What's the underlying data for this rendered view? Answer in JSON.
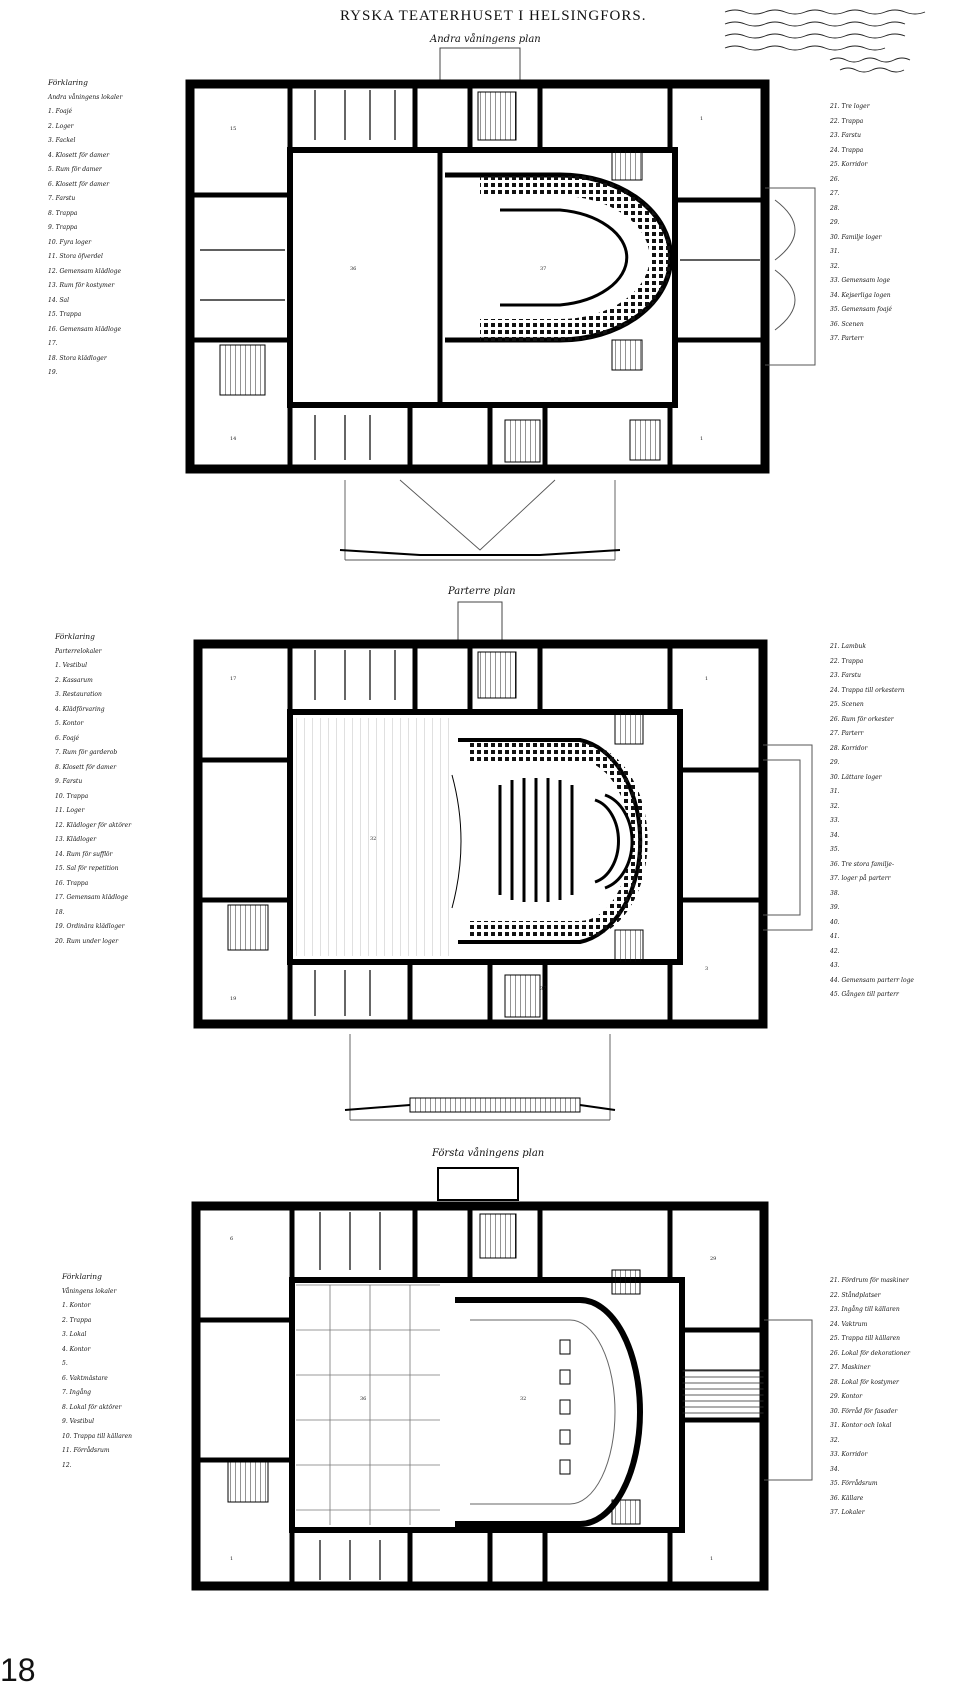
{
  "sheet": {
    "title": "RYSKA TEATERHUSET I HELSINGFORS.",
    "plans": [
      {
        "subtitle": "Andra våningens plan",
        "legend_left": [
          "Förklaring",
          "Andra våningens lokaler",
          "1. Foajé",
          "2. Loger",
          "3. Fackel",
          "4. Klosett för damer",
          "5. Rum för damer",
          "6. Klosett för damer",
          "7. Farstu",
          "8. Trappa",
          "9. Trappa",
          "10. Fyra loger",
          "11. Stora öfverdel",
          "12. Gemensam klädloge",
          "13. Rum för kostymer",
          "14. Sal",
          "15. Trappa",
          "16. Gemensam klädloge",
          "17.",
          "18. Stora klädloger",
          "19."
        ],
        "legend_right": [
          "21. Tre loger",
          "22. Trappa",
          "23. Farstu",
          "24. Trappa",
          "25. Korridor",
          "26.",
          "27.",
          "28.",
          "29.",
          "30. Familje loger",
          "31.",
          "32.",
          "33. Gemensam loge",
          "34. Kejserliga logen",
          "35. Gemensam foajé",
          "36. Scenen",
          "37. Parterr"
        ]
      },
      {
        "subtitle": "Parterre plan",
        "legend_left": [
          "Förklaring",
          "Parterrelokaler",
          "1. Vestibul",
          "2. Kassarum",
          "3. Restauration",
          "4. Klädförvaring",
          "5. Kontor",
          "6. Foajé",
          "7. Rum för garderob",
          "8. Klosett för damer",
          "9. Farstu",
          "10. Trappa",
          "11. Loger",
          "12. Klädloger för aktörer",
          "13. Klädloger",
          "14. Rum för sufflör",
          "15. Sal för repetition",
          "16. Trappa",
          "17. Gemensam klädloge",
          "18.",
          "19. Ordinära klädloger",
          "20. Rum under loger"
        ],
        "legend_right": [
          "21. Lambuk",
          "22. Trappa",
          "23. Farstu",
          "24. Trappa till orkestern",
          "25. Scenen",
          "26. Rum för orkester",
          "27. Parterr",
          "28. Korridor",
          "29.",
          "30. Lättare loger",
          "31.",
          "32.",
          "33.",
          "34.",
          "35.",
          "36. Tre stora familje-",
          "37. loger på parterr",
          "38.",
          "39.",
          "40.",
          "41.",
          "42.",
          "43.",
          "44. Gemensam parterr loge",
          "45. Gången till parterr"
        ]
      },
      {
        "subtitle": "Första våningens plan",
        "legend_left": [
          "Förklaring",
          "Våningens lokaler",
          "1. Kontor",
          "2. Trappa",
          "3. Lokal",
          "4. Kontor",
          "5.",
          "6. Vaktmästare",
          "7. Ingång",
          "8. Lokal för aktörer",
          "9. Vestibul",
          "10. Trappa till källaren",
          "11. Förrådsrum",
          "12."
        ],
        "legend_right": [
          "21. Fördrum för maskiner",
          "22. Ståndplatser",
          "23. Ingång till källaren",
          "24. Vaktrum",
          "25. Trappa till källaren",
          "26. Lokal för dekorationer",
          "27. Maskiner",
          "28. Lokal för kostymer",
          "29. Kontor",
          "30. Förråd för fasader",
          "31. Kontor och lokal",
          "32.",
          "33. Korridor",
          "34.",
          "35. Förrådsrum",
          "36. Källare",
          "37. Lokaler"
        ]
      }
    ],
    "page_number": "18"
  }
}
